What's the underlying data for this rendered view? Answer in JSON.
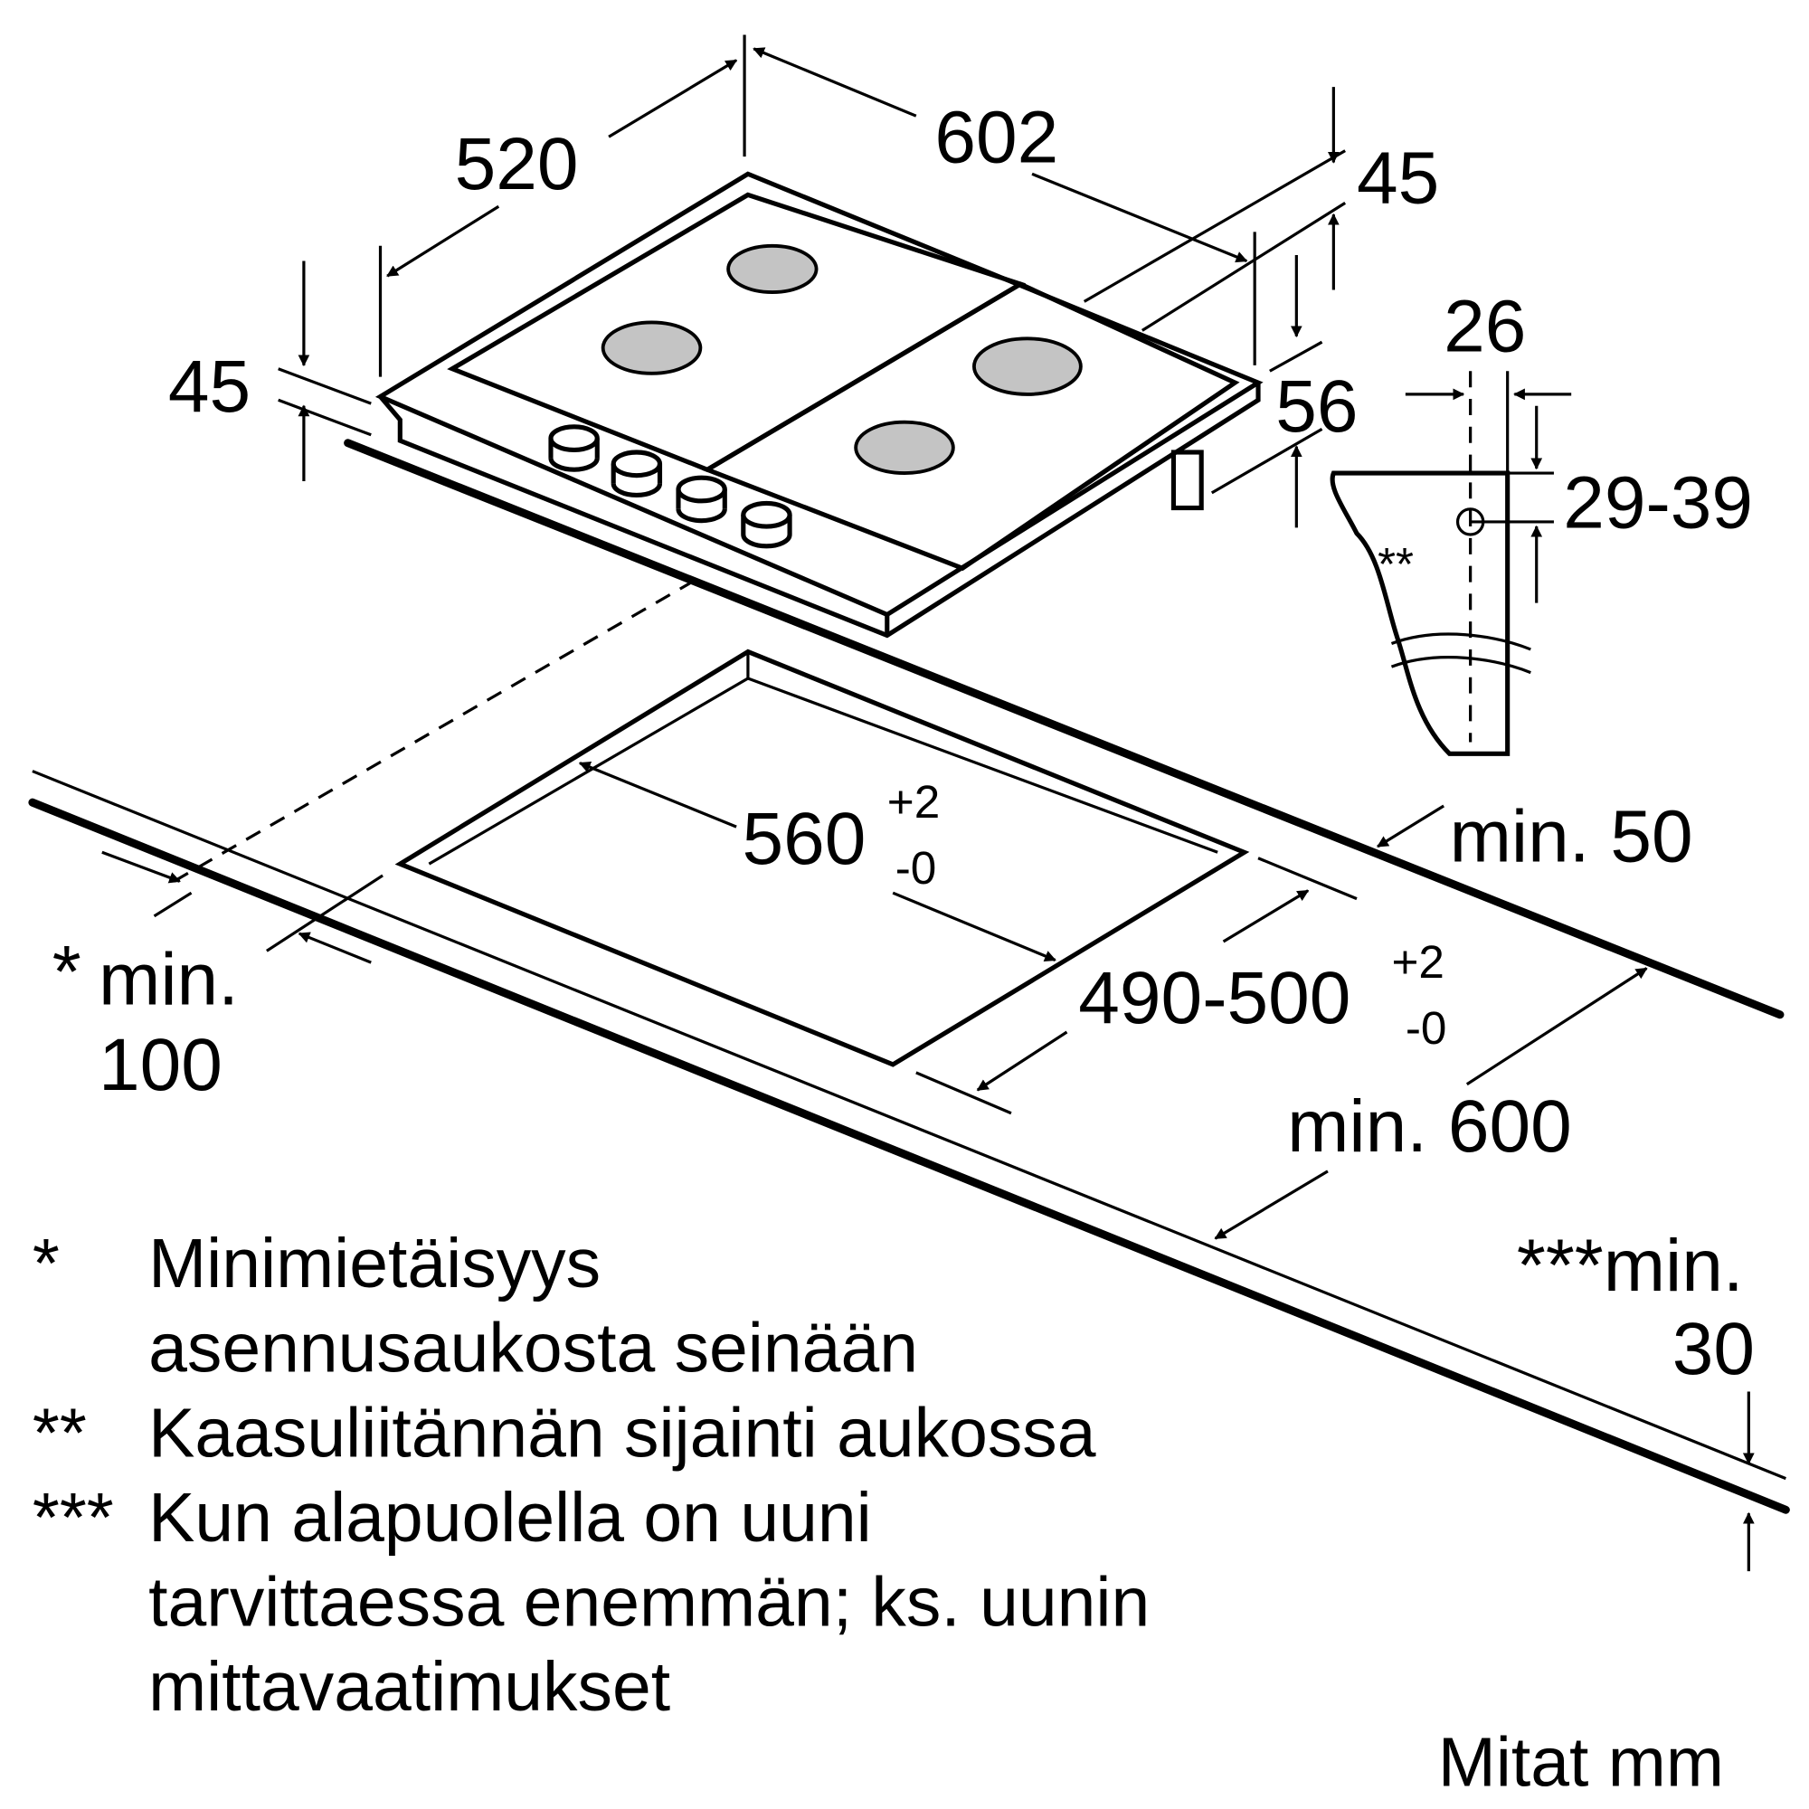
{
  "dimensions": {
    "width_top": "520",
    "depth_top": "602",
    "height_right": "45",
    "height_left": "45",
    "gas_height": "56",
    "gas_offset": "26",
    "gas_depth": "29-39",
    "gas_marker": "**",
    "cutout_width": "560",
    "cutout_width_tol_plus": "+2",
    "cutout_width_tol_minus": "-0",
    "cutout_depth": "490-500",
    "cutout_depth_tol_plus": "+2",
    "cutout_depth_tol_minus": "-0",
    "min_back": "min. 50",
    "min_side_star": "*",
    "min_side_label": "min.",
    "min_side_value": "100",
    "min_worktop": "min. 600",
    "min_thickness_label": "***min.",
    "min_thickness_value": "30"
  },
  "footnotes": [
    {
      "marker": "*",
      "lines": [
        "Minimietäisyys",
        "asennusaukosta seinään"
      ]
    },
    {
      "marker": "**",
      "lines": [
        "Kaasuliitännän sijainti aukossa"
      ]
    },
    {
      "marker": "***",
      "lines": [
        "Kun alapuolella on uuni",
        "tarvittaessa enemmän; ks. uunin",
        "mittavaatimukset"
      ]
    }
  ],
  "units": "Mitat mm"
}
